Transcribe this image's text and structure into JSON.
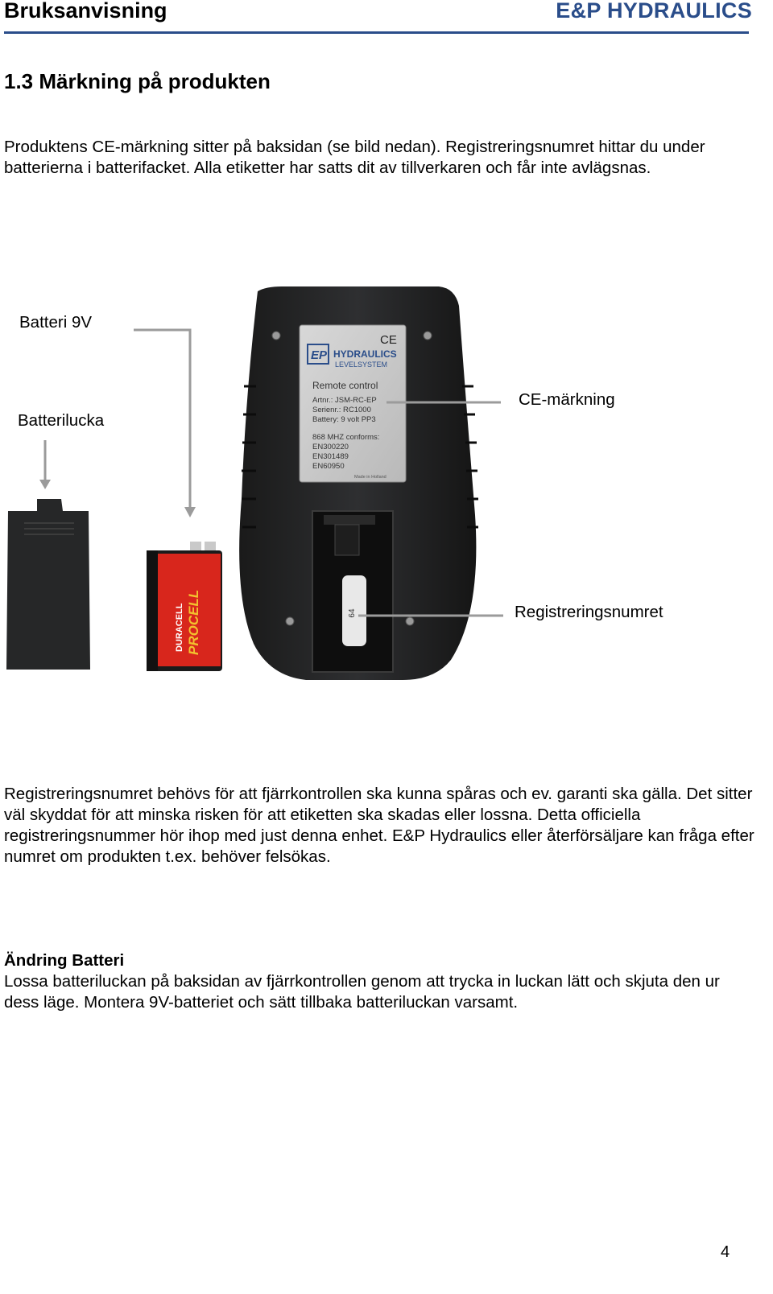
{
  "header": {
    "left": "Bruksanvisning",
    "right": "E&P  HYDRAULICS"
  },
  "section": {
    "title": "1.3  Märkning på produkten"
  },
  "intro": "Produktens CE-märkning sitter på baksidan (se bild nedan). Registreringsnumret hittar du under batterierna i batterifacket. Alla etiketter har satts dit av tillverkaren och får inte avlägsnas.",
  "figure": {
    "callouts": {
      "battery": "Batteri 9V",
      "battery_cover": "Batterilucka",
      "ce_marking": "CE-märkning",
      "registration": "Registreringsnumret"
    },
    "label": {
      "brand_logo": "EP",
      "brand": "HYDRAULICS",
      "subbrand": "LEVELSYSTEM",
      "ce": "CE",
      "product": "Remote control",
      "artnr": "Artnr.: JSM-RC-EP",
      "serienr": "Serienr.: RC1000",
      "battery": "Battery: 9 volt PP3",
      "conforms": "868 MHZ conforms:",
      "std1": "EN300220",
      "std2": "EN301489",
      "std3": "EN60950",
      "made_in": "Made in Holland"
    },
    "reg_sticker": "64",
    "battery_brand": "DURACELL",
    "battery_model": "PROCELL"
  },
  "body_paragraph": "Registreringsnumret behövs för att fjärrkontrollen ska kunna spåras och ev. garanti ska gälla. Det sitter väl skyddat för att minska risken för att etiketten ska skadas eller lossna. Detta officiella registreringsnummer hör ihop med just denna enhet. E&P Hydraulics eller återförsäljare kan fråga efter numret om produkten t.ex. behöver felsökas.",
  "battery_change": {
    "title": "Ändring Batteri",
    "text": "Lossa batteriluckan på baksidan av fjärrkontrollen genom att trycka in luckan lätt och skjuta den ur dess läge. Montera 9V-batteriet och sätt tillbaka batteriluckan varsamt."
  },
  "page_number": "4",
  "colors": {
    "accent": "#2a4d8a"
  }
}
